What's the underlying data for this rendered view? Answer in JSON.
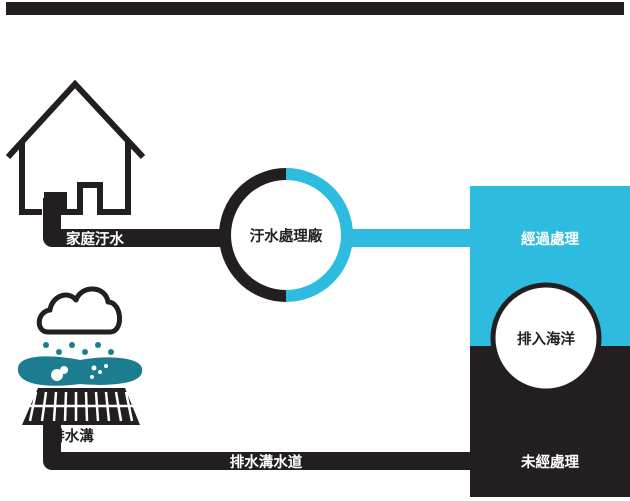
{
  "colors": {
    "dark": "#231f20",
    "cyan": "#2dbbe0",
    "teal": "#1b7d8f",
    "white": "#ffffff"
  },
  "labels": {
    "household_sewage": "家庭汙水",
    "treatment_plant": "汙水處理廠",
    "treated": "經過處理",
    "discharge_to_sea": "排入海洋",
    "drain": "排水溝",
    "drainage_channel": "排水溝水道",
    "untreated": "未經處理"
  },
  "icons": {
    "house": "house-icon",
    "cloud": "cloud-icon",
    "rain": "raindrops-icon",
    "storm_drain": "storm-drain-grate-icon"
  }
}
